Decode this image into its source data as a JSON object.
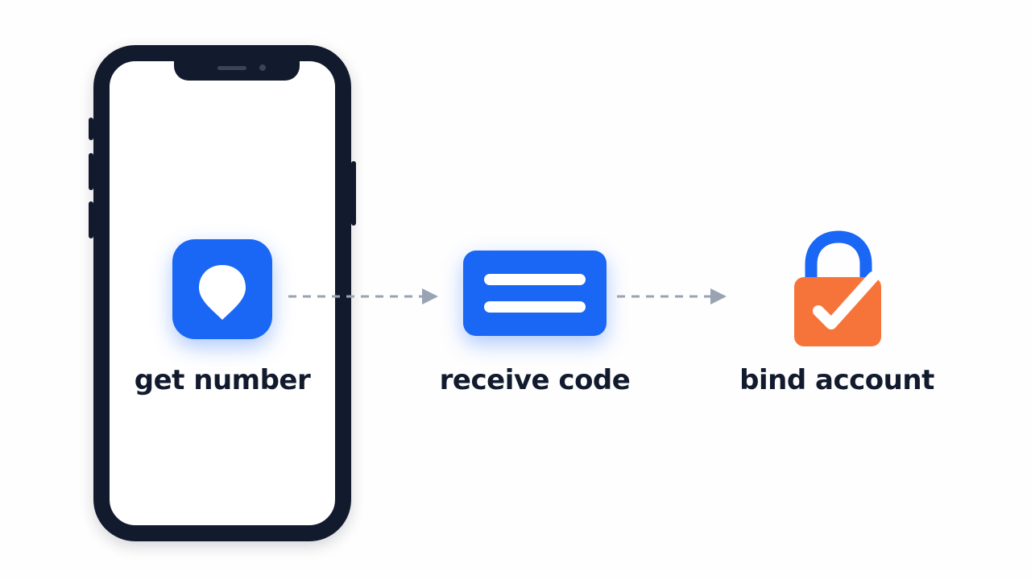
{
  "steps": [
    {
      "label": "get number",
      "icon": "location-pin-icon"
    },
    {
      "label": "receive code",
      "icon": "message-icon"
    },
    {
      "label": "bind account",
      "icon": "padlock-check-icon"
    }
  ],
  "colors": {
    "phone_frame": "#121a2d",
    "accent_blue": "#1a66f5",
    "accent_orange": "#f6743a",
    "connector": "#9aa3b2",
    "text": "#121a2d"
  }
}
